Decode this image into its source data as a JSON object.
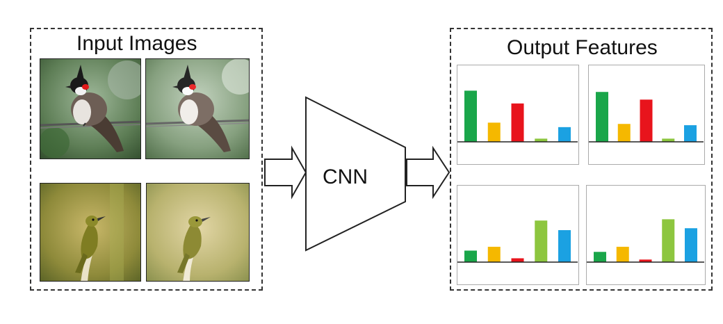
{
  "input_panel": {
    "title": "Input Images"
  },
  "model": {
    "label": "CNN"
  },
  "output_panel": {
    "title": "Output Features"
  },
  "feature_colors": [
    "#1aa64a",
    "#f5b800",
    "#e8141c",
    "#8dc63f",
    "#1ba1e2"
  ],
  "photos": [
    {
      "subject": "red-whiskered bulbul",
      "variant": "original"
    },
    {
      "subject": "red-whiskered bulbul",
      "variant": "augmented"
    },
    {
      "subject": "olive bird on branch",
      "variant": "original"
    },
    {
      "subject": "olive bird on branch",
      "variant": "augmented"
    }
  ],
  "chart_data": [
    {
      "type": "bar",
      "values": [
        0.8,
        0.3,
        0.6,
        0.05,
        0.23
      ]
    },
    {
      "type": "bar",
      "values": [
        0.78,
        0.28,
        0.66,
        0.05,
        0.26
      ]
    },
    {
      "type": "bar",
      "values": [
        0.18,
        0.24,
        0.06,
        0.65,
        0.5
      ]
    },
    {
      "type": "bar",
      "values": [
        0.16,
        0.24,
        0.04,
        0.67,
        0.53
      ]
    }
  ]
}
